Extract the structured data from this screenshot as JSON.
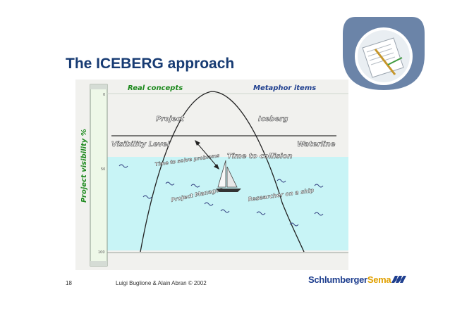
{
  "slide": {
    "title": "The ICEBERG approach",
    "page_number": "18",
    "credit": "Luigi Buglione & Alain Abran © 2002",
    "brand_part1": "Schlumberger",
    "brand_part2": "Sema"
  },
  "diagram": {
    "real_concepts_header": "Real concepts",
    "metaphor_items_header": "Metaphor items",
    "project_label": "Project",
    "iceberg_label": "Iceberg",
    "visibility_level_label": "Visibility Level",
    "waterline_label": "Waterline",
    "time_to_solve_label": "Time to solve problems",
    "time_to_collision_label": "Time to collision",
    "project_manager_label": "Project Manager",
    "researcher_label": "Researcher on a ship",
    "axis_label": "Project visibility %",
    "tick_0": "0",
    "tick_50": "50",
    "tick_100": "100"
  },
  "colors": {
    "title_blue": "#173b73",
    "header_green": "#1e8a1e",
    "header_blue": "#1f3f8f",
    "water": "#c8f4f6",
    "gauge": "#eef8e8"
  }
}
